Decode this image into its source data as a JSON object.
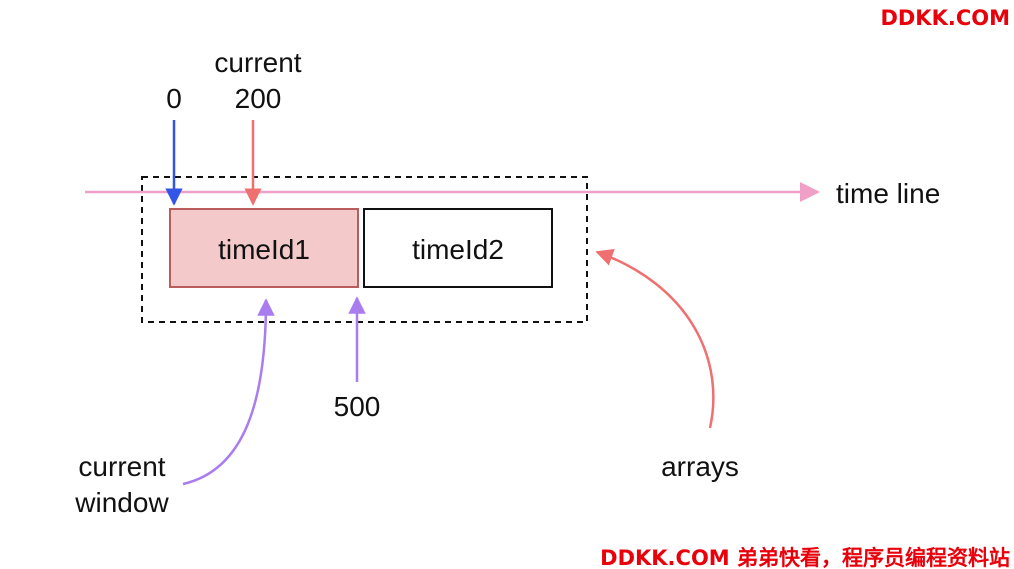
{
  "watermark": {
    "top": "DDKK.COM",
    "bottom": "DDKK.COM 弟弟快看，程序员编程资料站",
    "color": "#e8000b"
  },
  "labels": {
    "current_line1": "current",
    "current_value": "200",
    "zero": "0",
    "five_hundred": "500",
    "time_line": "time line",
    "window_line1": "current",
    "window_line2": "window",
    "arrays": "arrays"
  },
  "boxes": {
    "first": "timeId1",
    "second": "timeId2"
  },
  "colors": {
    "timeline": "#f0a0c8",
    "blue_arrow": "#3355e6",
    "red_arrow": "#ee7070",
    "purple_arrow": "#a97cf0",
    "box1_fill": "#f3c9c9",
    "box1_stroke": "#b85c5c",
    "box2_stroke": "#111111",
    "dashed_border": "#111111",
    "text": "#111111"
  }
}
